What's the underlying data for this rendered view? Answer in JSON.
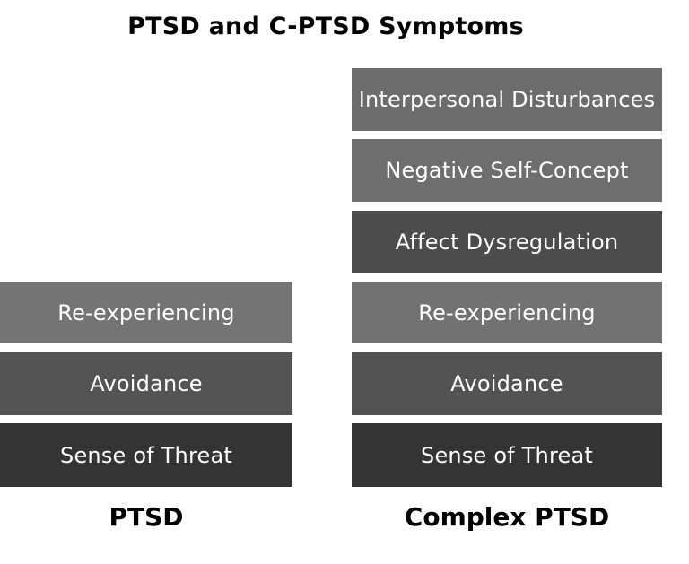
{
  "title": "PTSD and C-PTSD Symptoms",
  "ptsd": {
    "label": "PTSD",
    "blocks": [
      "Re-experiencing",
      "Avoidance",
      "Sense of Threat"
    ]
  },
  "complex_ptsd": {
    "label": "Complex PTSD",
    "blocks": [
      "Interpersonal Disturbances",
      "Negative Self-Concept",
      "Affect Dysregulation",
      "Re-experiencing",
      "Avoidance",
      "Sense of Threat"
    ]
  }
}
